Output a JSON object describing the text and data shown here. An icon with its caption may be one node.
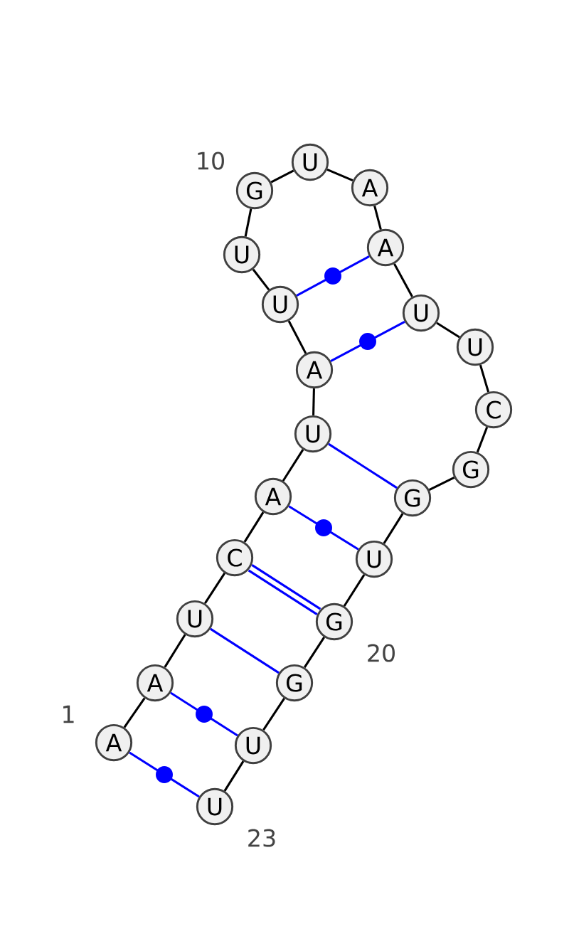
{
  "diagram": {
    "nodes": [
      {
        "text": [
          "A"
        ],
        "beside": [
          "1"
        ]
      },
      {
        "text": [
          "A"
        ]
      },
      {
        "text": [
          "U"
        ]
      },
      {
        "text": [
          "C"
        ]
      },
      {
        "text": [
          "A"
        ]
      },
      {
        "text": [
          "U"
        ]
      },
      {
        "text": [
          "A"
        ]
      },
      {
        "text": [
          "U"
        ]
      },
      {
        "text": [
          "U"
        ]
      },
      {
        "text": [
          "G"
        ],
        "beside": [
          "10"
        ]
      },
      {
        "text": [
          "U"
        ]
      },
      {
        "text": [
          "A"
        ]
      },
      {
        "text": [
          "A"
        ]
      },
      {
        "text": [
          "U"
        ]
      },
      {
        "text": [
          "U"
        ]
      },
      {
        "text": [
          "C"
        ]
      },
      {
        "text": [
          "G"
        ]
      },
      {
        "text": [
          "G"
        ]
      },
      {
        "text": [
          "U"
        ]
      },
      {
        "text": [
          "G"
        ],
        "beside": [
          "20"
        ]
      },
      {
        "text": [
          "G"
        ]
      },
      {
        "text": [
          "U"
        ]
      },
      {
        "text": [
          "U"
        ],
        "beside": [
          "23"
        ]
      }
    ],
    "edges": [
      {
        "from": 0,
        "to": 1,
        "arrow": "none"
      },
      {
        "from": 1,
        "to": 2,
        "arrow": "none"
      },
      {
        "from": 2,
        "to": 3,
        "arrow": "none"
      },
      {
        "from": 3,
        "to": 4,
        "arrow": "none"
      },
      {
        "from": 4,
        "to": 5,
        "arrow": "none"
      },
      {
        "from": 5,
        "to": 6,
        "arrow": "none"
      },
      {
        "from": 6,
        "to": 7,
        "arrow": "none"
      },
      {
        "from": 7,
        "to": 8,
        "arrow": "none"
      },
      {
        "from": 8,
        "to": 9,
        "arrow": "none"
      },
      {
        "from": 9,
        "to": 10,
        "arrow": "none"
      },
      {
        "from": 10,
        "to": 11,
        "arrow": "none"
      },
      {
        "from": 11,
        "to": 12,
        "arrow": "none"
      },
      {
        "from": 12,
        "to": 13,
        "arrow": "none"
      },
      {
        "from": 13,
        "to": 14,
        "arrow": "none"
      },
      {
        "from": 14,
        "to": 15,
        "arrow": "none"
      },
      {
        "from": 15,
        "to": 16,
        "arrow": "none"
      },
      {
        "from": 16,
        "to": 17,
        "arrow": "none"
      },
      {
        "from": 17,
        "to": 18,
        "arrow": "none"
      },
      {
        "from": 18,
        "to": 19,
        "arrow": "none"
      },
      {
        "from": 19,
        "to": 20,
        "arrow": "none"
      },
      {
        "from": 20,
        "to": 21,
        "arrow": "none"
      },
      {
        "from": 21,
        "to": 22,
        "arrow": "none"
      },
      {
        "from": 0,
        "to": 22,
        "arrow": "none",
        "color": "#0000ff"
      },
      {
        "from": 1,
        "to": 21,
        "arrow": "none",
        "color": "#0000ff"
      },
      {
        "from": 2,
        "to": 20,
        "arrow": "none",
        "color": "#0000ff"
      },
      {
        "from": 3,
        "to": 19,
        "arrow": "none",
        "style": "thick",
        "color": "#0000ff"
      },
      {
        "from": 4,
        "to": 18,
        "arrow": "none",
        "color": "#0000ff"
      },
      {
        "from": 5,
        "to": 17,
        "arrow": "none",
        "color": "#0000ff"
      },
      {
        "from": 6,
        "to": 13,
        "arrow": "none",
        "color": "#0000ff"
      },
      {
        "from": 7,
        "to": 12,
        "arrow": "none",
        "color": "#0000ff"
      }
    ]
  }
}
